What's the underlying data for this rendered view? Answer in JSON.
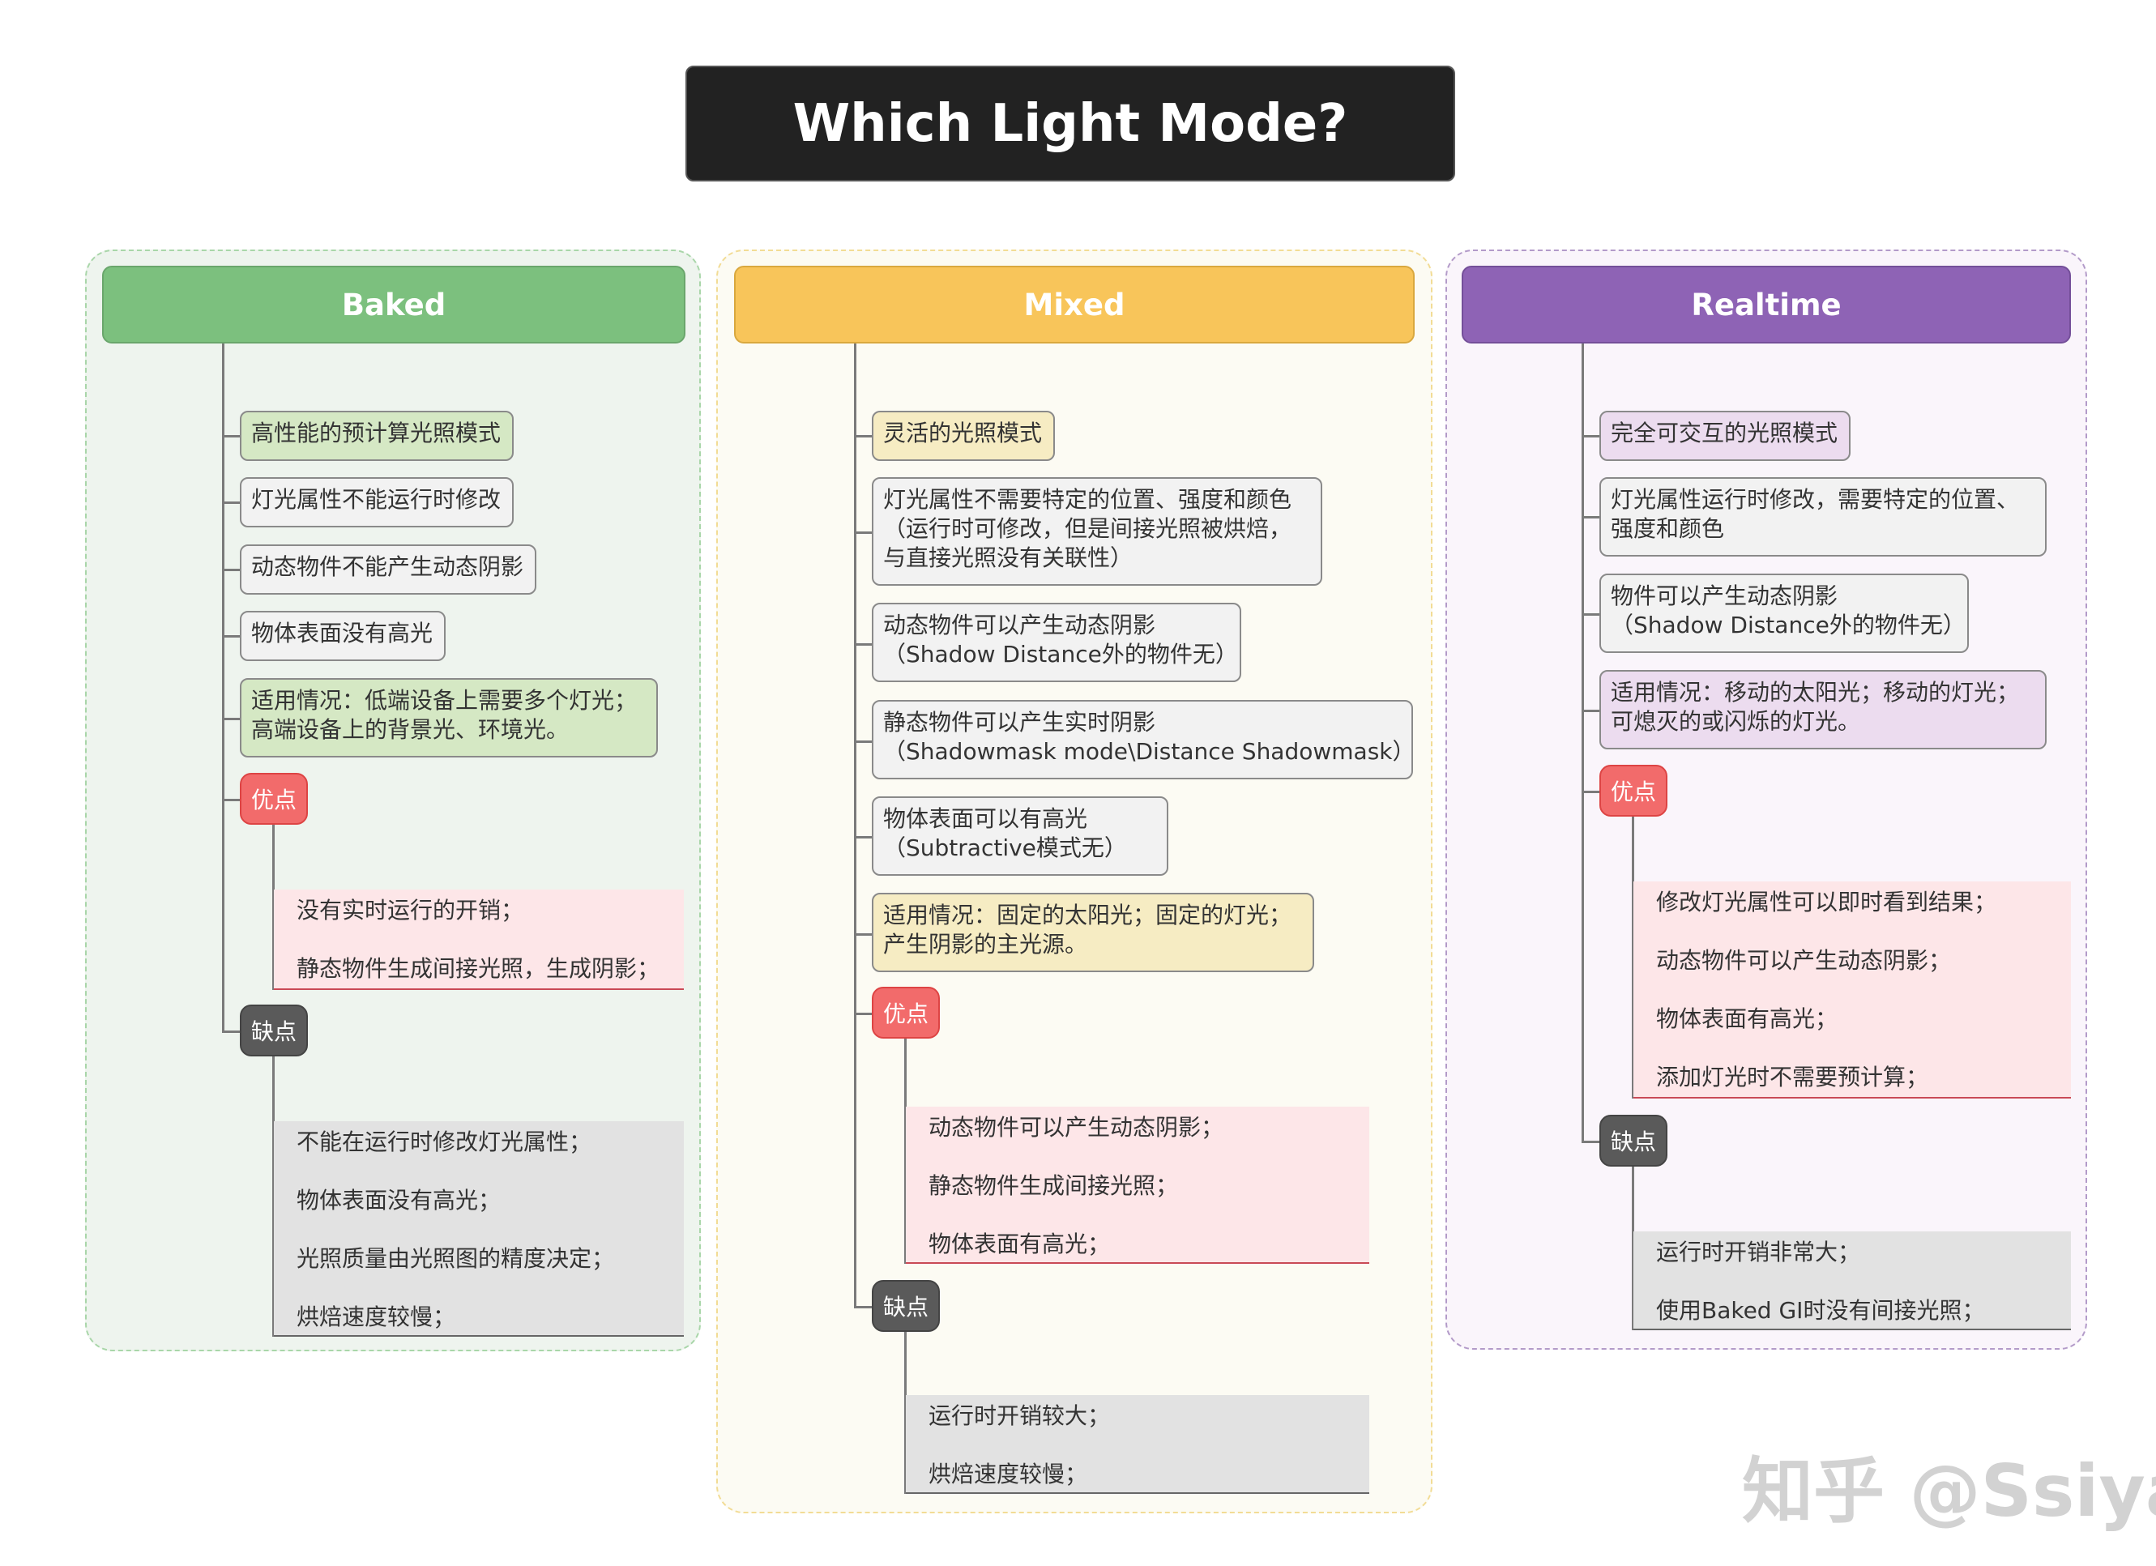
{
  "title": "Which Light Mode?",
  "colors": {
    "baked": "#7cc07e",
    "mixed": "#f8c55a",
    "realtime": "#8e63b5",
    "pro_tag": "#f26b6b",
    "con_tag": "#5a5a5a"
  },
  "baked": {
    "header": "Baked",
    "items": [
      "高性能的预计算光照模式",
      "灯光属性不能运行时修改",
      "动态物件不能产生动态阴影",
      "物体表面没有高光",
      "适用情况：低端设备上需要多个灯光；\n高端设备上的背景光、环境光。"
    ],
    "pros_label": "优点",
    "pros": [
      "没有实时运行的开销；",
      "静态物件生成间接光照，生成阴影；"
    ],
    "cons_label": "缺点",
    "cons": [
      "不能在运行时修改灯光属性；",
      "物体表面没有高光；",
      "光照质量由光照图的精度决定；",
      "烘焙速度较慢；"
    ]
  },
  "mixed": {
    "header": "Mixed",
    "items": [
      "灵活的光照模式",
      "灯光属性不需要特定的位置、强度和颜色\n（运行时可修改，但是间接光照被烘焙，\n与直接光照没有关联性）",
      "动态物件可以产生动态阴影\n（Shadow Distance外的物件无）",
      "静态物件可以产生实时阴影\n（Shadowmask mode\\Distance Shadowmask）",
      "物体表面可以有高光\n（Subtractive模式无）",
      "适用情况：固定的太阳光；固定的灯光；\n产生阴影的主光源。"
    ],
    "pros_label": "优点",
    "pros": [
      "动态物件可以产生动态阴影；",
      "静态物件生成间接光照；",
      "物体表面有高光；"
    ],
    "cons_label": "缺点",
    "cons": [
      "运行时开销较大；",
      "烘焙速度较慢；"
    ]
  },
  "realtime": {
    "header": "Realtime",
    "items": [
      "完全可交互的光照模式",
      "灯光属性运行时修改，需要特定的位置、\n强度和颜色",
      "物件可以产生动态阴影\n（Shadow Distance外的物件无）",
      "适用情况：移动的太阳光；移动的灯光；\n可熄灭的或闪烁的灯光。"
    ],
    "pros_label": "优点",
    "pros": [
      "修改灯光属性可以即时看到结果；",
      "动态物件可以产生动态阴影；",
      "物体表面有高光；",
      "添加灯光时不需要预计算；"
    ],
    "cons_label": "缺点",
    "cons": [
      "运行时开销非常大；",
      "使用Baked GI时没有间接光照；"
    ]
  },
  "watermark": "知乎 @Ssiya"
}
